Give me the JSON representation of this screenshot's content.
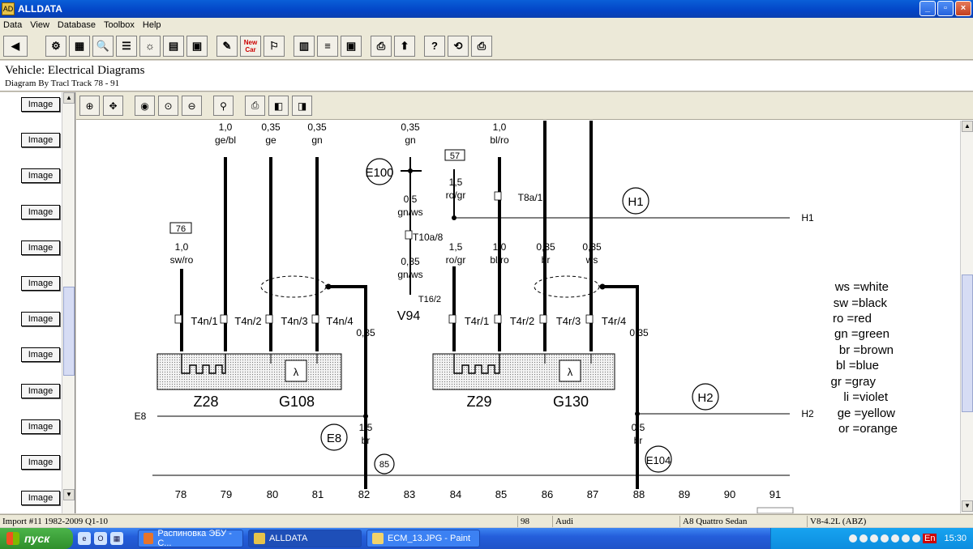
{
  "window": {
    "title": "ALLDATA",
    "app_icon": "AD"
  },
  "menu": [
    "Data",
    "View",
    "Database",
    "Toolbox",
    "Help"
  ],
  "toolbar": {
    "back_glyph": "◀",
    "new_car_top": "New",
    "new_car_bottom": "Car",
    "item_glyphs": [
      "⚙",
      "▦",
      "🔍",
      "☰",
      "☼",
      "▤",
      "▣",
      "✎",
      "⚐",
      "⚐",
      "▥",
      "≡",
      "▣",
      "⎙",
      "⬆",
      "?",
      "⟲",
      "⎙"
    ]
  },
  "header": {
    "vehicle": "Vehicle:  Electrical Diagrams",
    "track": "Diagram By Tracl  Track 78 - 91"
  },
  "sidebar": {
    "image_label": "Image",
    "count": 12
  },
  "diagram": {
    "wires_top": [
      {
        "size": "1,0",
        "color": "ge/bl"
      },
      {
        "size": "0,35",
        "color": "ge"
      },
      {
        "size": "0,35",
        "color": "gn"
      },
      {
        "size": "0,35",
        "color": "gn"
      },
      {
        "size": "1,0",
        "color": "bl/ro"
      }
    ],
    "labels": {
      "box76": "76",
      "w76_size": "1,0",
      "w76_color": "sw/ro",
      "box57": "57",
      "w57_size": "1,5",
      "w57_color": "ro/gr",
      "w57b_size": "1,5",
      "w57b_color": "ro/gr",
      "e100": "E100",
      "h1": "H1",
      "h1_right": "H1",
      "w83a_size": "0,5",
      "w83a_color": "gn/ws",
      "t10a8": "T10a/8",
      "w83b_size": "0,35",
      "w83b_color": "gn/ws",
      "t16_2": "T16/2",
      "v94": "V94",
      "t8a1": "T8a/1",
      "w85_size": "1,0",
      "w85_color": "bl/ro",
      "w86_size": "0,35",
      "w86_color": "br",
      "w87_size": "0,35",
      "w87_color": "ws",
      "w82_size": "0,35",
      "w88_size": "0,35",
      "t4n": [
        "T4n/1",
        "T4n/2",
        "T4n/3",
        "T4n/4"
      ],
      "t4r": [
        "T4r/1",
        "T4r/2",
        "T4r/3",
        "T4r/4"
      ],
      "z28": "Z28",
      "g108": "G108",
      "z29": "Z29",
      "g130": "G130",
      "lambda": "λ",
      "e8_left": "E8",
      "e8": "E8",
      "w82b_size": "1,5",
      "w82b_color": "br",
      "ground85": "85",
      "h2": "H2",
      "h2_right": "H2",
      "w88b_size": "0,5",
      "w88b_color": "br",
      "e104": "E104"
    },
    "legend": [
      "ws =white",
      "sw =black",
      "ro =red",
      "gn =green",
      "br =brown",
      "bl =blue",
      "gr =gray",
      "li =violet",
      "ge =yellow",
      "or =orange"
    ],
    "track_numbers": [
      "78",
      "79",
      "80",
      "81",
      "82",
      "83",
      "84",
      "85",
      "86",
      "87",
      "88",
      "89",
      "90",
      "91"
    ]
  },
  "status": {
    "import": "Import #11 1982-2009 Q1-10",
    "code": "98",
    "make": "Audi",
    "model": "A8 Quattro Sedan",
    "engine": "V8-4.2L (ABZ)"
  },
  "taskbar": {
    "start": "пуск",
    "tasks": [
      "Распиновка ЭБУ - С...",
      "ALLDATA",
      "ECM_13.JPG - Paint"
    ],
    "lang": "EN",
    "tray_lang": "En",
    "clock": "15:30"
  }
}
